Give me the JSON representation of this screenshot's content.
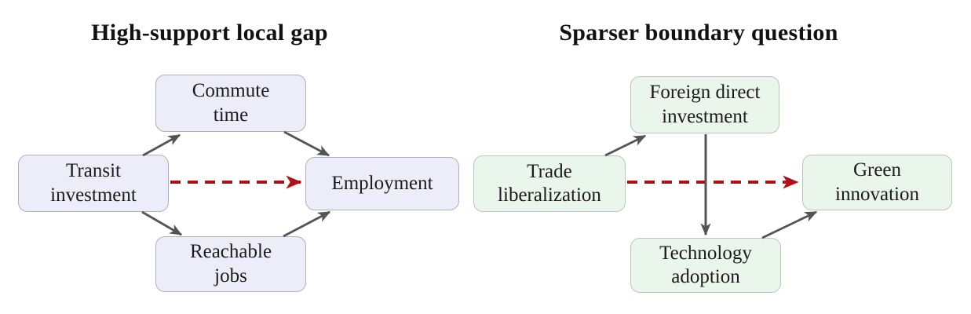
{
  "figure": {
    "background_color": "#ffffff",
    "text_color": "#1b1b1b",
    "solid_arrow_color": "#545454",
    "dashed_arrow_color": "#b01116"
  },
  "panels": [
    {
      "title": "High-support local gap",
      "node_fill": "#ecedf8",
      "node_border": "#aeb0be",
      "nodes": [
        {
          "id": "transit-investment",
          "label": "Transit\ninvestment"
        },
        {
          "id": "commute-time",
          "label": "Commute\ntime"
        },
        {
          "id": "reachable-jobs",
          "label": "Reachable\njobs"
        },
        {
          "id": "employment",
          "label": "Employment"
        }
      ],
      "edges": [
        {
          "from": "transit-investment",
          "to": "commute-time",
          "style": "solid"
        },
        {
          "from": "commute-time",
          "to": "employment",
          "style": "solid"
        },
        {
          "from": "transit-investment",
          "to": "reachable-jobs",
          "style": "solid"
        },
        {
          "from": "reachable-jobs",
          "to": "employment",
          "style": "solid"
        },
        {
          "from": "transit-investment",
          "to": "employment",
          "style": "dashed-red"
        }
      ]
    },
    {
      "title": "Sparser boundary question",
      "node_fill": "#eaf6ec",
      "node_border": "#b7c8ba",
      "nodes": [
        {
          "id": "trade-liberalization",
          "label": "Trade\nliberalization"
        },
        {
          "id": "foreign-direct-investment",
          "label": "Foreign direct\ninvestment"
        },
        {
          "id": "technology-adoption",
          "label": "Technology\nadoption"
        },
        {
          "id": "green-innovation",
          "label": "Green\ninnovation"
        }
      ],
      "edges": [
        {
          "from": "trade-liberalization",
          "to": "foreign-direct-investment",
          "style": "solid"
        },
        {
          "from": "foreign-direct-investment",
          "to": "technology-adoption",
          "style": "solid"
        },
        {
          "from": "technology-adoption",
          "to": "green-innovation",
          "style": "solid"
        },
        {
          "from": "trade-liberalization",
          "to": "green-innovation",
          "style": "dashed-red"
        }
      ]
    }
  ]
}
